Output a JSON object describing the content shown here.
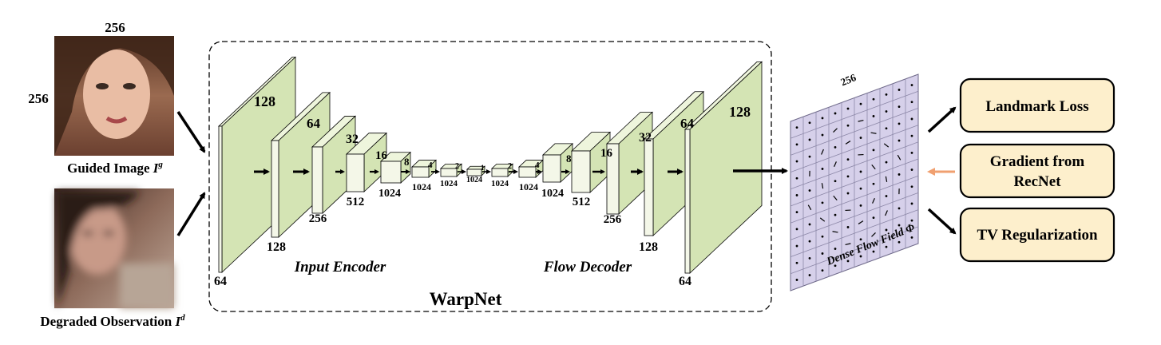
{
  "inputs": {
    "guided_caption": "Guided Image ",
    "guided_symbol": "I",
    "guided_sup": "g",
    "degraded_caption": "Degraded Observation ",
    "degraded_symbol": "I",
    "degraded_sup": "d",
    "width_label": "256",
    "height_label": "256"
  },
  "warpnet": {
    "title": "WarpNet",
    "encoder_label": "Input Encoder",
    "decoder_label": "Flow Decoder"
  },
  "layer_labels": {
    "enc_1_top": "128",
    "enc_1_side": "64",
    "enc_2_top": "64",
    "enc_2_side": "128",
    "enc_3_top": "32",
    "enc_3_side": "256",
    "enc_4_top": "16",
    "enc_4_side": "512",
    "enc_5_top": "8",
    "enc_5_side": "1024",
    "enc_6_top": "4",
    "enc_6_side": "1024",
    "enc_7_top": "2",
    "enc_7_side": "1024",
    "mid_top": "1",
    "mid_side": "1024",
    "dec_7_top": "2",
    "dec_7_side": "1024",
    "dec_6_top": "4",
    "dec_6_side": "1024",
    "dec_5_top": "8",
    "dec_5_side": "1024",
    "dec_4_top": "16",
    "dec_4_side": "512",
    "dec_3_top": "32",
    "dec_3_side": "256",
    "dec_2_top": "64",
    "dec_2_side": "128",
    "dec_1_top": "128",
    "dec_1_side": "64"
  },
  "flow_field": {
    "caption": "Dense Flow Field ",
    "symbol": "Φ",
    "size_label": "256"
  },
  "outputs": {
    "landmark": "Landmark Loss",
    "gradient_line1": "Gradient from",
    "gradient_line2": "RecNet",
    "tv": "TV Regularization"
  },
  "colors": {
    "layer_front": "#d4e4b4",
    "layer_top": "#eef5dc",
    "layer_side": "#f4f7e8",
    "flow_grid": "#d6d0ea",
    "output_box": "#fdefcc",
    "feedback_arrow": "#f0a070"
  }
}
